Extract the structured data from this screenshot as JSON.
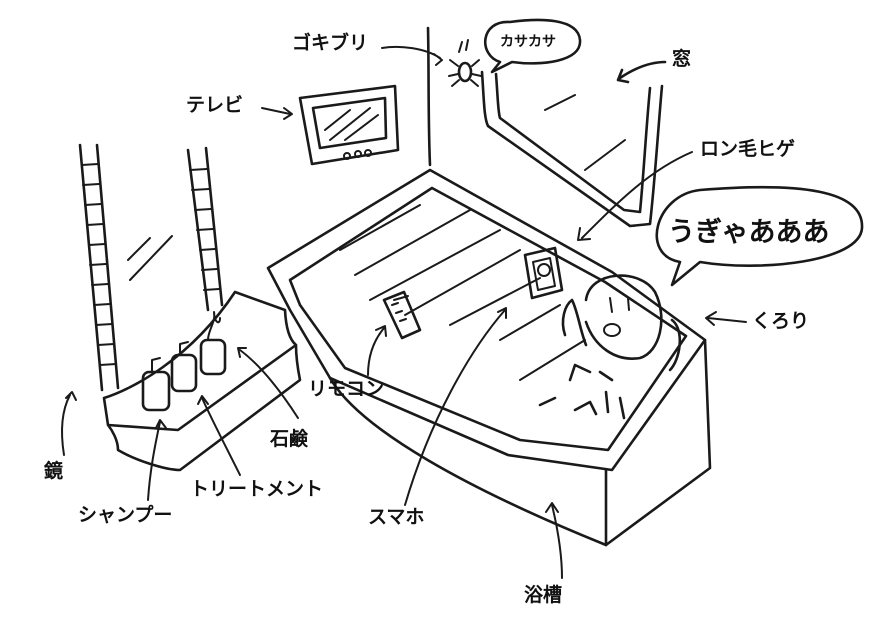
{
  "labels": {
    "cockroach": "ゴキブリ",
    "tv": "テレビ",
    "window": "窓",
    "long_hair_beard": "ロン毛ヒゲ",
    "kurori": "くろり",
    "remote": "リモコン",
    "soap": "石鹸",
    "mirror": "鏡",
    "treatment": "トリートメント",
    "shampoo": "シャンプー",
    "smartphone": "スマホ",
    "bathtub": "浴槽"
  },
  "bubbles": {
    "rustle": "カサカサ",
    "scream": "うぎゃあああ"
  },
  "colors": {
    "ink": "#1a1a1a",
    "background": "#ffffff"
  }
}
